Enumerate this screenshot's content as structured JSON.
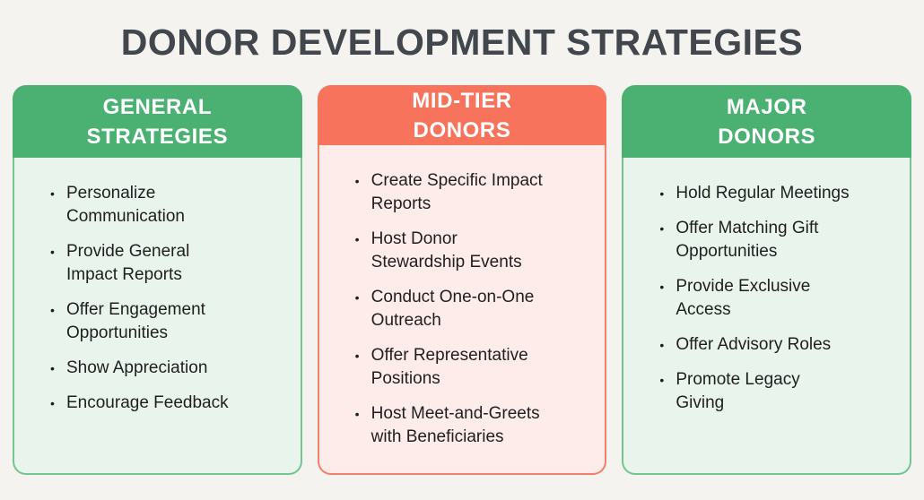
{
  "title": "DONOR DEVELOPMENT STRATEGIES",
  "theme": {
    "page_background": "#f5f3f0",
    "title_color": "#42464d",
    "body_text_color": "#1f1f1f",
    "green_header": "#4bb173",
    "green_border": "#72c591",
    "green_body": "#e9f4ec",
    "coral_header": "#f8735c",
    "coral_border": "#f4806a",
    "coral_body": "#fdecea",
    "header_text_color": "#ffffff"
  },
  "columns": [
    {
      "id": "general-strategies",
      "color": "green",
      "header": {
        "line1": "GENERAL",
        "line2": "STRATEGIES"
      },
      "items": [
        "Personalize\nCommunication",
        "Provide General\nImpact Reports",
        "Offer Engagement\nOpportunities",
        "Show Appreciation",
        "Encourage Feedback"
      ]
    },
    {
      "id": "mid-tier-donors",
      "color": "coral",
      "header": {
        "line1": "MID-TIER",
        "line2": "DONORS"
      },
      "items": [
        "Create Specific Impact\nReports",
        "Host Donor\nStewardship Events",
        "Conduct One-on-One\nOutreach",
        "Offer Representative\nPositions",
        "Host Meet-and-Greets\nwith Beneficiaries"
      ]
    },
    {
      "id": "major-donors",
      "color": "green",
      "header": {
        "line1": "MAJOR",
        "line2": "DONORS"
      },
      "items": [
        "Hold Regular Meetings",
        "Offer Matching Gift\nOpportunities",
        "Provide Exclusive\nAccess",
        "Offer Advisory Roles",
        "Promote Legacy\nGiving"
      ]
    }
  ]
}
